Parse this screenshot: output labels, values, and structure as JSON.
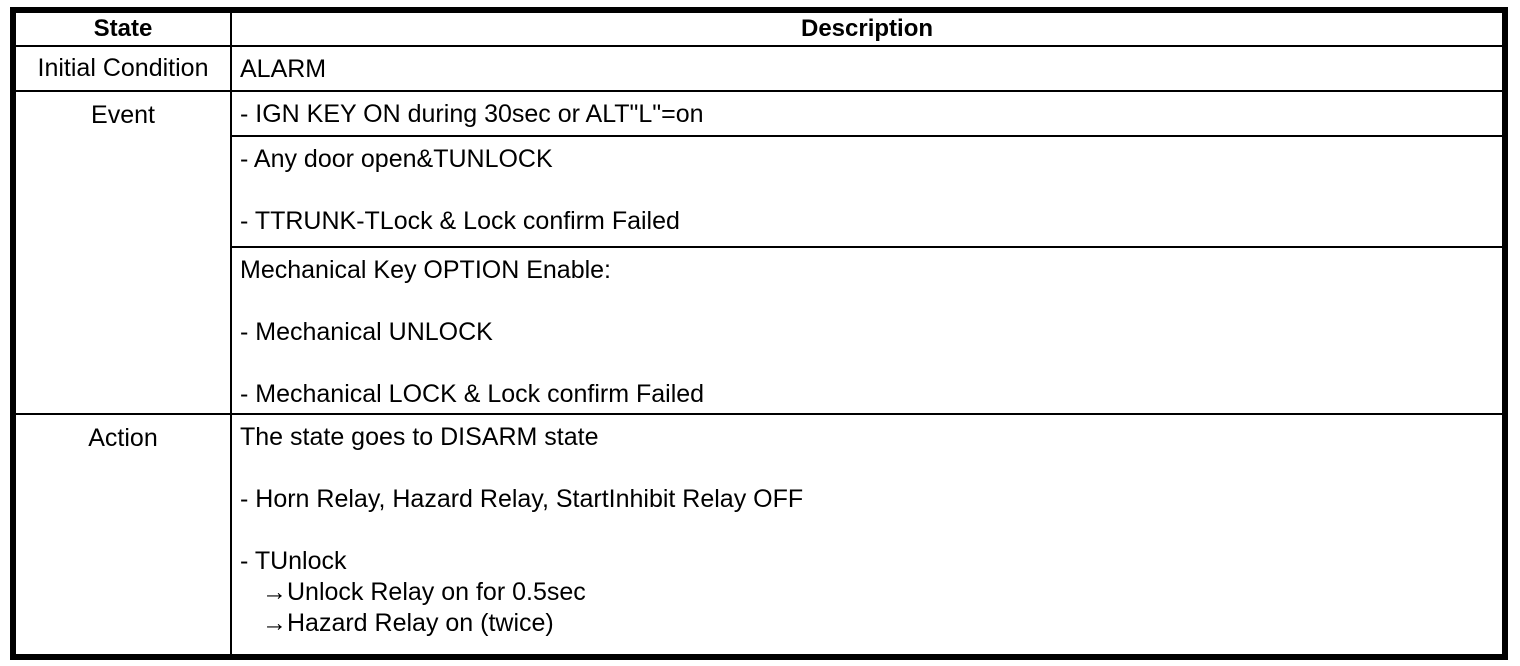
{
  "colors": {
    "border": "#000000",
    "text": "#000000",
    "background": "#ffffff"
  },
  "table": {
    "header": {
      "state": "State",
      "description": "Description"
    },
    "rows": [
      {
        "label": "Initial Condition",
        "cells": [
          {
            "lines": [
              "ALARM"
            ]
          }
        ]
      },
      {
        "label": "Event",
        "cells": [
          {
            "lines": [
              "- IGN KEY ON during 30sec or ALT\"L\"=on"
            ]
          },
          {
            "lines": [
              "- Any door open&TUNLOCK",
              "- TTRUNK-TLock & Lock confirm Failed"
            ]
          },
          {
            "lines": [
              "Mechanical Key OPTION Enable:",
              "- Mechanical UNLOCK",
              "- Mechanical LOCK & Lock confirm Failed"
            ]
          }
        ]
      },
      {
        "label": "Action",
        "cells": [
          {
            "lines": [
              "The state goes to DISARM state",
              "- Horn Relay, Hazard Relay, StartInhibit Relay OFF",
              "- TUnlock",
              "→Unlock Relay on for 0.5sec",
              "→Hazard Relay on (twice)"
            ]
          }
        ]
      }
    ]
  }
}
